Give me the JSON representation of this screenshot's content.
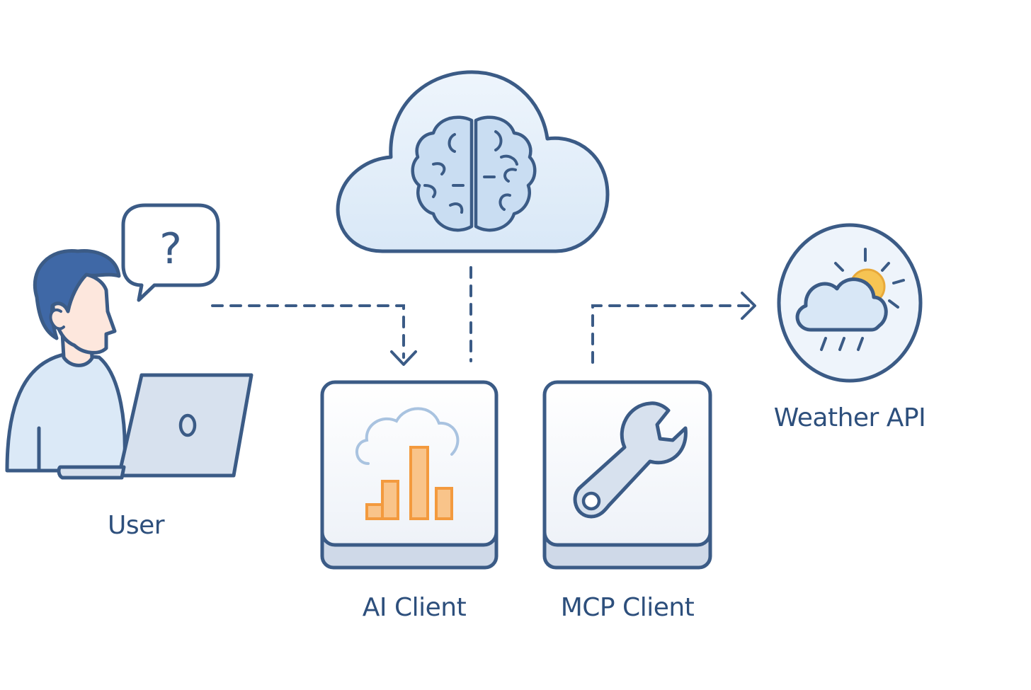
{
  "nodes": {
    "user": {
      "label": "User"
    },
    "ai_client": {
      "label": "AI Client"
    },
    "mcp_client": {
      "label": "MCP Client"
    },
    "weather_api": {
      "label": "Weather API"
    }
  },
  "icons": {
    "user": "person-with-laptop-icon",
    "question": "question-speech-bubble-icon",
    "llm": "cloud-brain-icon",
    "ai_client": "cloud-bar-chart-icon",
    "mcp_client": "wrench-icon",
    "weather_api": "sun-cloud-rain-icon"
  },
  "colors": {
    "line": "#3b5b86",
    "text": "#2d4f7c",
    "fill_light": "#dbe9f7",
    "accent_orange": "#f5a34a",
    "sun": "#f6c453"
  },
  "edges": [
    {
      "from": "user",
      "to": "ai_client",
      "style": "dashed-arrow"
    },
    {
      "from": "llm",
      "to": "ai_client",
      "style": "dashed"
    },
    {
      "from": "mcp_client",
      "to": "weather_api",
      "style": "dashed-arrow"
    }
  ]
}
